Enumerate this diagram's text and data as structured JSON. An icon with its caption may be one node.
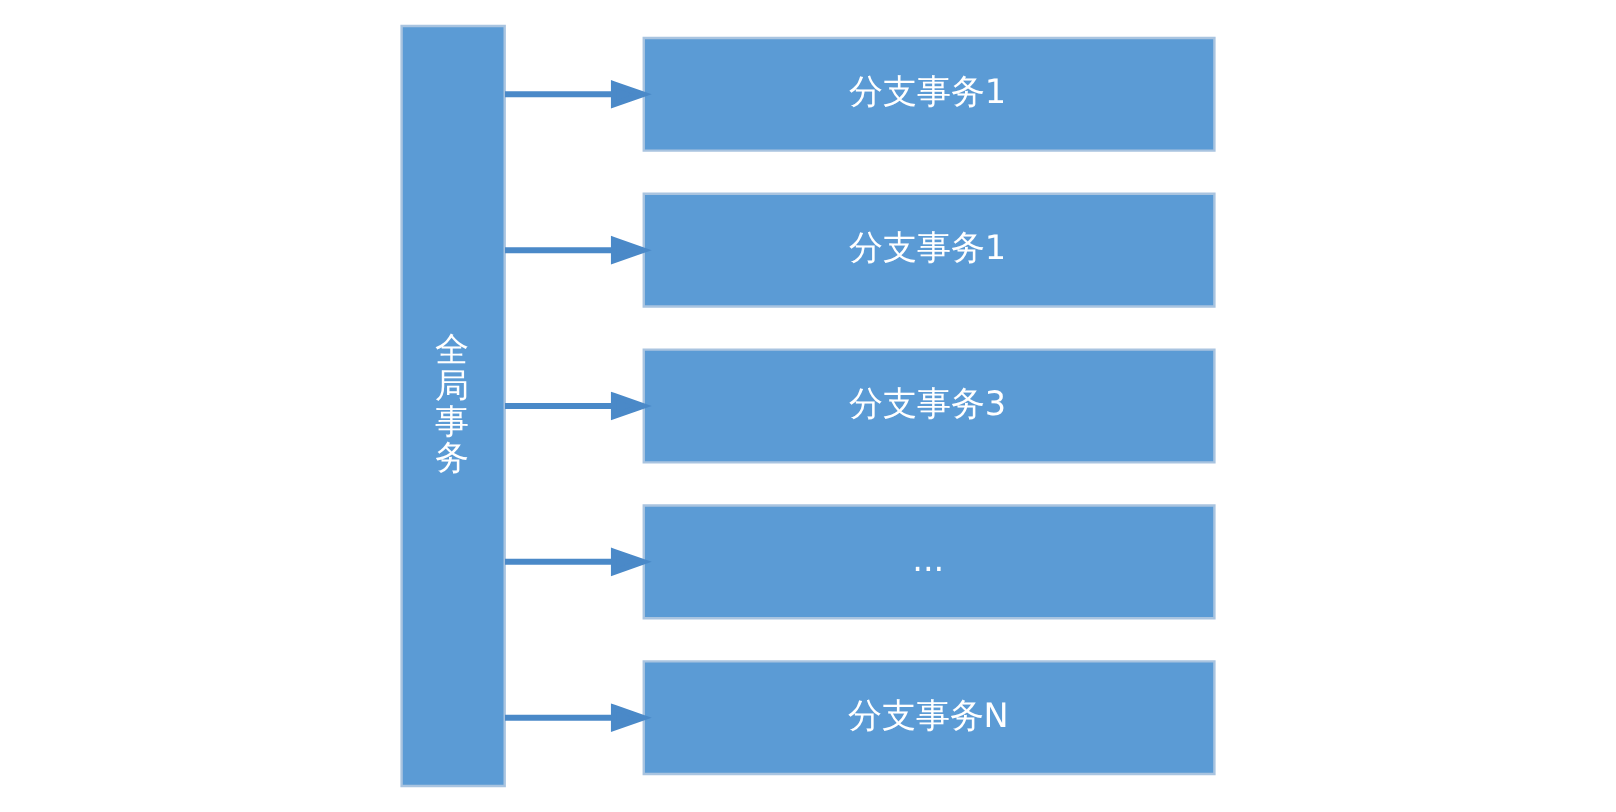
{
  "diagram": {
    "nodes": [
      {
        "text": [
          "全局事务"
        ]
      },
      {
        "text": [
          "分支事务1"
        ]
      },
      {
        "text": [
          "分支事务1"
        ]
      },
      {
        "text": [
          "分支事务3"
        ]
      },
      {
        "text": [
          "..."
        ]
      },
      {
        "text": [
          "分支事务N"
        ]
      }
    ],
    "edges": [
      {
        "from": 0,
        "to": 1,
        "arrow": "to"
      },
      {
        "from": 0,
        "to": 2,
        "arrow": "to"
      },
      {
        "from": 0,
        "to": 3,
        "arrow": "to"
      },
      {
        "from": 0,
        "to": 4,
        "arrow": "to"
      },
      {
        "from": 0,
        "to": 5,
        "arrow": "to"
      }
    ]
  }
}
